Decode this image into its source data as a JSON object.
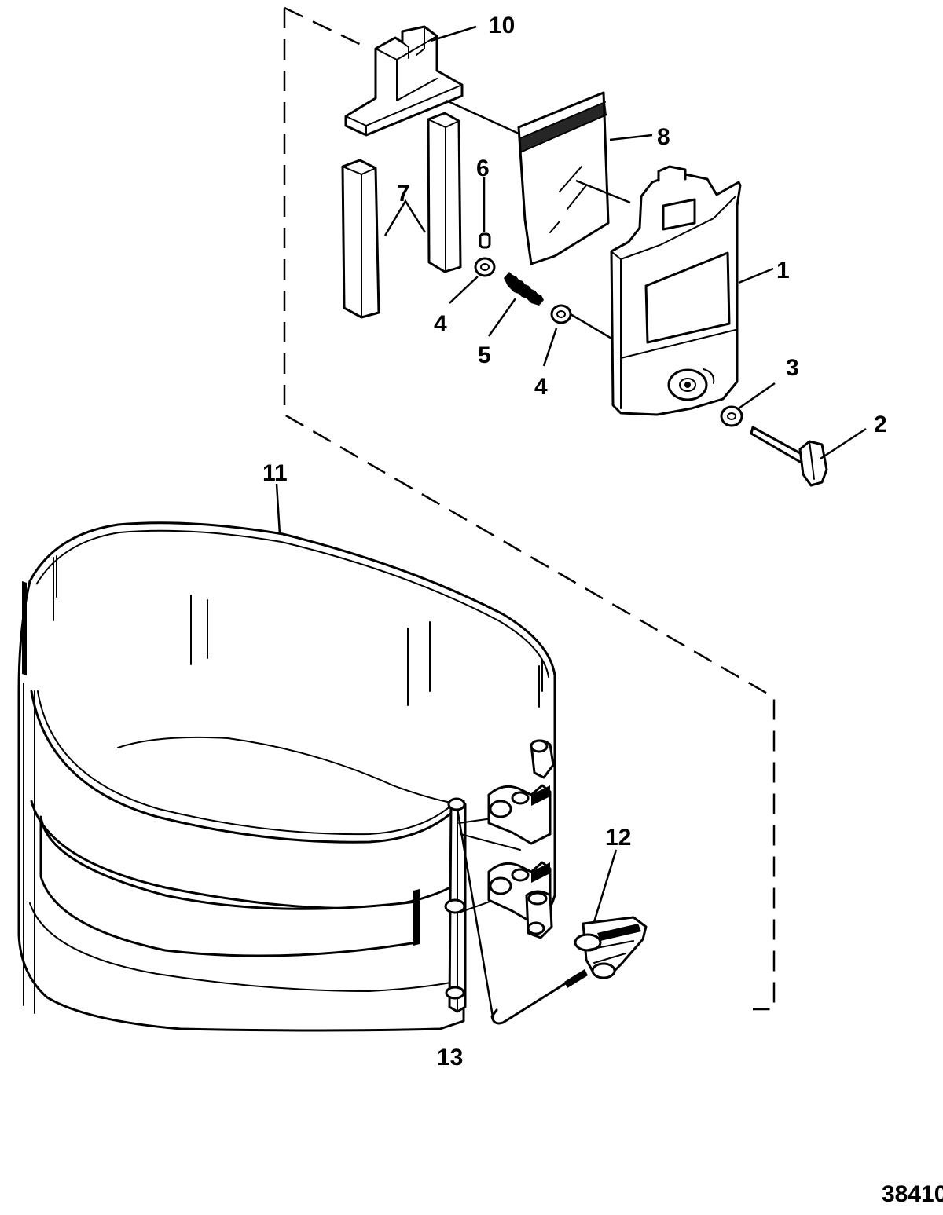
{
  "callouts": {
    "c1": "1",
    "c2": "2",
    "c3": "3",
    "c4a": "4",
    "c4b": "4",
    "c5": "5",
    "c6": "6",
    "c7": "7",
    "c8": "8",
    "c10": "10",
    "c11": "11",
    "c12": "12",
    "c13": "13"
  },
  "figure_number": "38410"
}
